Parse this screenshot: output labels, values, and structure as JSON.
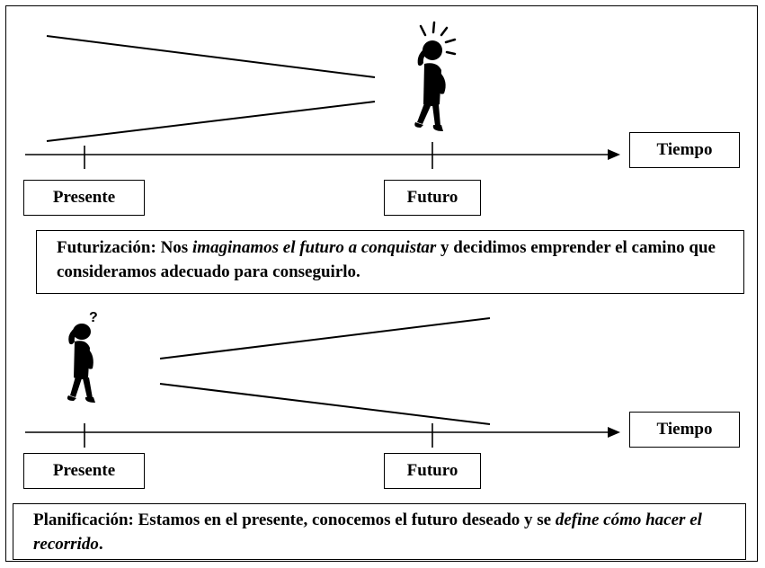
{
  "top": {
    "time_label": "Tiempo",
    "present_label": "Presente",
    "future_label": "Futuro",
    "caption": {
      "lead": "Futurización: Nos ",
      "emphasis": "imaginamos el futuro a conquistar",
      "tail": " y decidimos emprender el camino que consideramos adecuado para conseguirlo."
    },
    "figure_icon": "thinking-person-icon"
  },
  "bottom": {
    "time_label": "Tiempo",
    "present_label": "Presente",
    "future_label": "Futuro",
    "caption": {
      "lead": "Planificación: Estamos en el presente, conocemos el futuro deseado y se ",
      "emphasis": "define cómo hacer el recorrido",
      "tail": "."
    },
    "figure_icon": "questioning-person-icon"
  }
}
